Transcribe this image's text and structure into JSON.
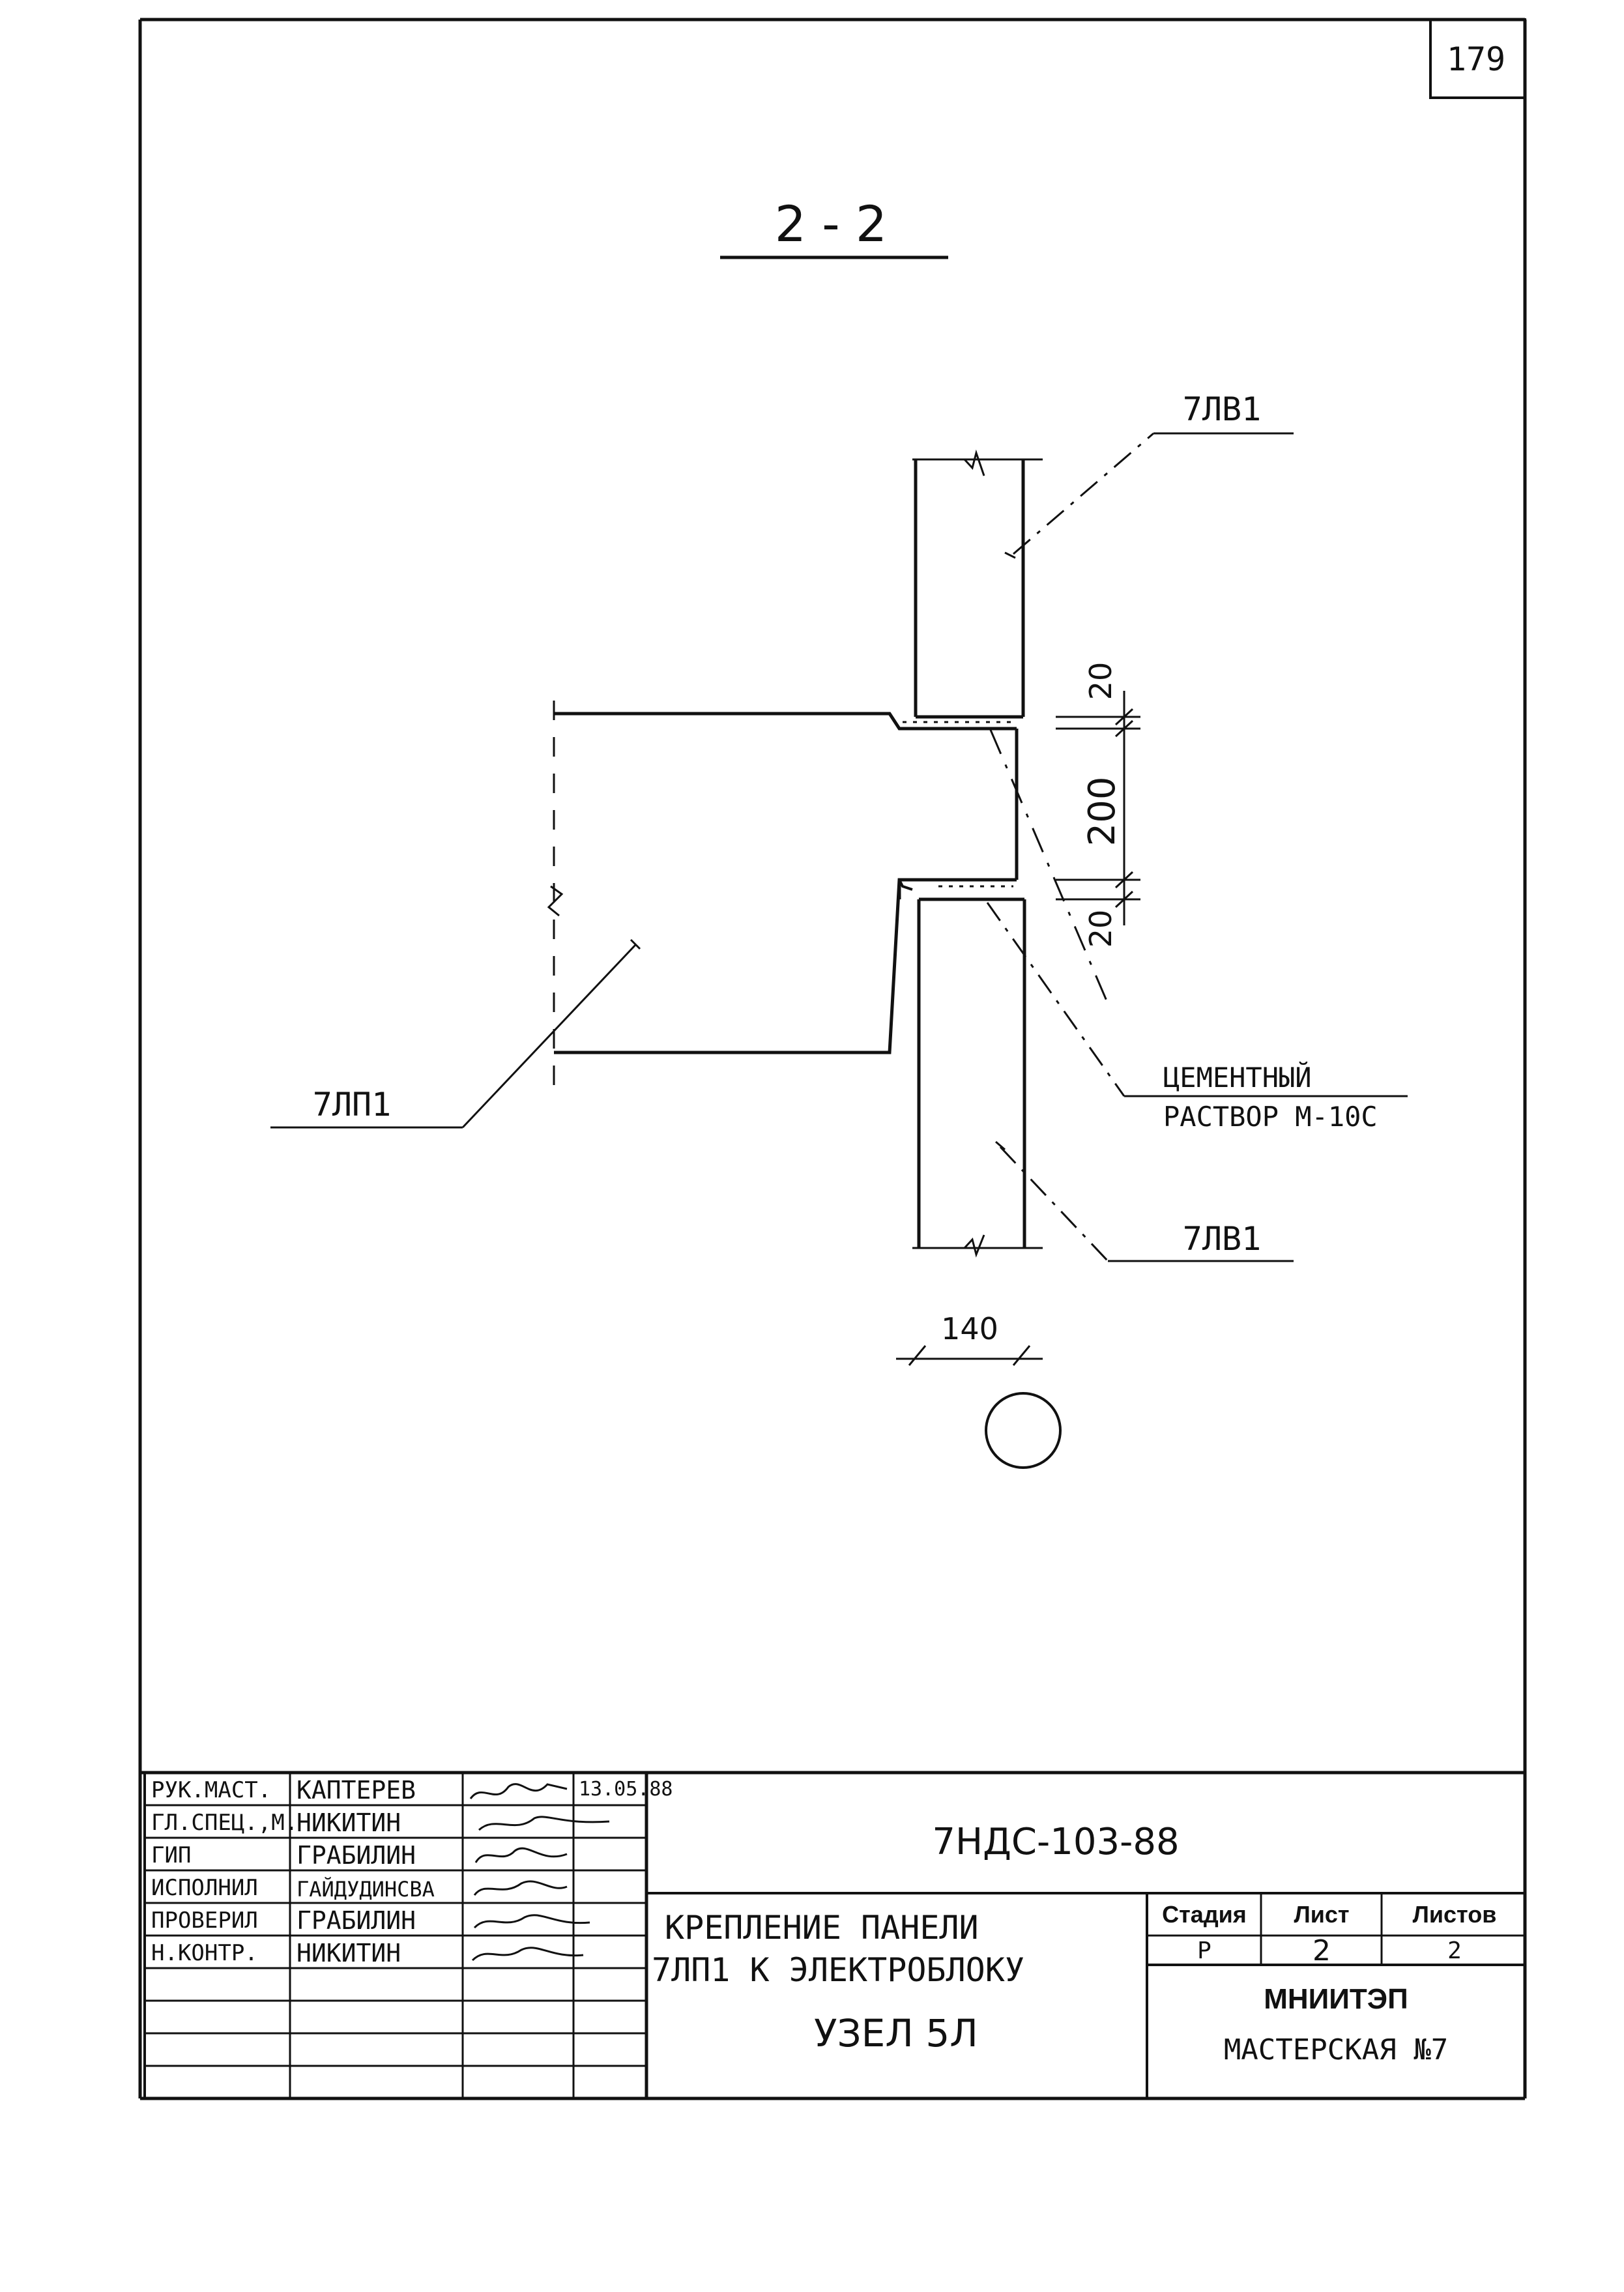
{
  "sheet_number": "179",
  "section_title": "2 - 2",
  "labels": {
    "panel_top": "7ЛВ1",
    "panel_bottom": "7ЛВ1",
    "slab": "7ЛП1",
    "mortar_line1": "ЦЕМЕНТНЫЙ",
    "mortar_line2": "РАСТВОР  М-10С"
  },
  "dimensions": {
    "gap_top": "20",
    "slab_height": "200",
    "gap_bottom": "20",
    "panel_width": "140"
  },
  "title_block": {
    "roles": [
      {
        "role": "РУК.МАСТ.",
        "name": "КАПТЕРЕВ",
        "date": "13.05.88"
      },
      {
        "role": "ГЛ.СПЕЦ.,М.",
        "name": "НИКИТИН",
        "date": ""
      },
      {
        "role": "ГИП",
        "name": "ГРАБИЛИН",
        "date": ""
      },
      {
        "role": "ИСПОЛНИЛ",
        "name": "ГАЙДУДИНСВА",
        "date": ""
      },
      {
        "role": "ПРОВЕРИЛ",
        "name": "ГРАБИЛИН",
        "date": ""
      },
      {
        "role": "Н.КОНТР.",
        "name": "НИКИТИН",
        "date": ""
      }
    ],
    "doc_code": "7НДС-103-88",
    "title_line1": "КРЕПЛЕНИЕ  ПАНЕЛИ",
    "title_line2": "7ЛП1  К  ЭЛЕКТРОБЛОКУ",
    "title_line3": "УЗЕЛ 5Л",
    "stage_header": "Стадия",
    "sheet_header": "Лист",
    "sheets_header": "Листов",
    "stage": "Р",
    "sheet": "2",
    "sheets": "2",
    "org": "МНИИТЭП",
    "workshop": "МАСТЕРСКАЯ №7"
  },
  "colors": {
    "ink": "#111111",
    "paper": "#ffffff"
  }
}
